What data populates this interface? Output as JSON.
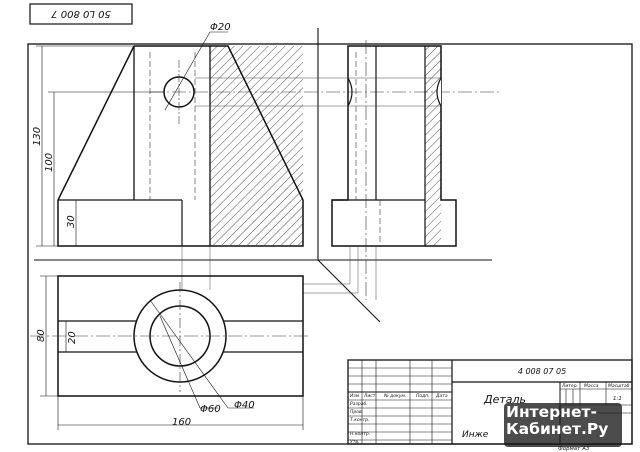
{
  "stamp": "50 L0 800 7",
  "dimensions": {
    "hole_diameter_top": "Φ20",
    "height_total": "130",
    "height_100": "100",
    "height_30": "30",
    "height_80": "80",
    "width_20": "20",
    "width_160": "160",
    "bore_60": "Φ60",
    "bore_40": "Φ40"
  },
  "title_block": {
    "designation": "4 008 07 05",
    "part_name": "Деталь",
    "organization_partial": "Инже",
    "columns": [
      "Изм",
      "Лист",
      "№ докум.",
      "Подп.",
      "Дата"
    ],
    "rows": [
      "Разраб.",
      "Пров.",
      "Т.контр.",
      "Н.контр.",
      "Утв."
    ],
    "lit_label": "Литер.",
    "mass_label": "Масса",
    "scale_label": "Масштаб",
    "scale_value": "1:1",
    "format": "Формат А3"
  },
  "watermark": {
    "line1": "Интернет-",
    "line2": "Кабинет.Ру",
    "colors": {
      "shadow": "#1a1a1a",
      "text": "#ffffff"
    }
  }
}
